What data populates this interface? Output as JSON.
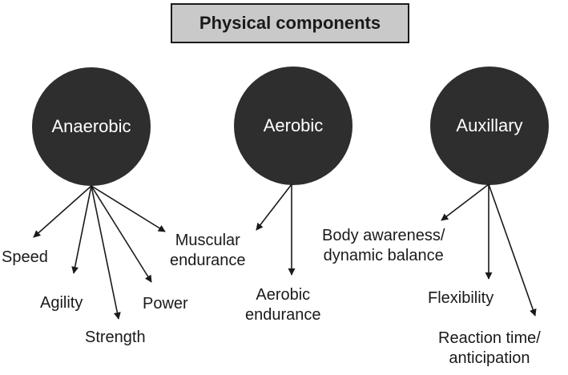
{
  "title": "Physical components",
  "categories": [
    {
      "name": "Anaerobic",
      "components": [
        {
          "lines": [
            "Speed"
          ]
        },
        {
          "lines": [
            "Agility"
          ]
        },
        {
          "lines": [
            "Strength"
          ]
        },
        {
          "lines": [
            "Power"
          ]
        },
        {
          "lines": [
            "Muscular",
            "endurance"
          ]
        }
      ]
    },
    {
      "name": "Aerobic",
      "components": [
        {
          "lines": [
            "Muscular",
            "endurance"
          ],
          "shared_with": "Anaerobic"
        },
        {
          "lines": [
            "Aerobic",
            "endurance"
          ]
        }
      ]
    },
    {
      "name": "Auxillary",
      "components": [
        {
          "lines": [
            "Body awareness/",
            "dynamic balance"
          ]
        },
        {
          "lines": [
            "Flexibility"
          ]
        },
        {
          "lines": [
            "Reaction time/",
            "anticipation"
          ]
        }
      ]
    }
  ],
  "colors": {
    "circle_fill": "#2e2e2e",
    "title_fill": "#c9c9c9",
    "stroke": "#1a1a1a"
  }
}
